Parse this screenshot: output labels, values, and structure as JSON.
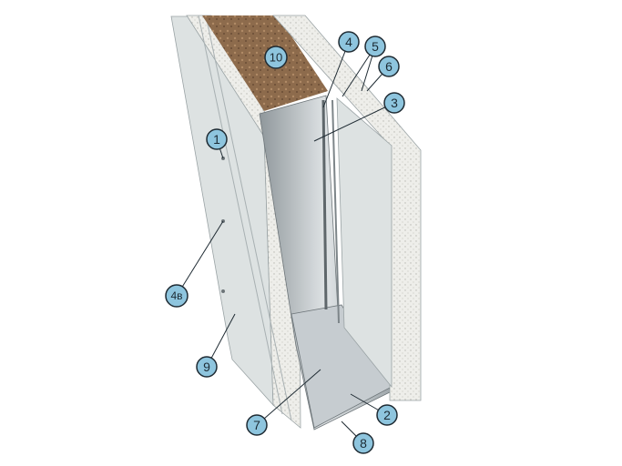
{
  "diagram": {
    "colors": {
      "callout_fill": "#8ec5de",
      "callout_stroke": "#1f2b33",
      "board_face": "#dde2e2",
      "board_edge": "#f1f1ee",
      "soil": "#8d6b4c",
      "steel": "#b9c0c4"
    },
    "callouts": [
      {
        "id": "c1",
        "label": "1"
      },
      {
        "id": "c2",
        "label": "2"
      },
      {
        "id": "c3",
        "label": "3"
      },
      {
        "id": "c4",
        "label": "4"
      },
      {
        "id": "c4b",
        "label": "4в"
      },
      {
        "id": "c5",
        "label": "5"
      },
      {
        "id": "c6",
        "label": "6"
      },
      {
        "id": "c7",
        "label": "7"
      },
      {
        "id": "c8",
        "label": "8"
      },
      {
        "id": "c9",
        "label": "9"
      },
      {
        "id": "c10",
        "label": "10"
      }
    ]
  }
}
